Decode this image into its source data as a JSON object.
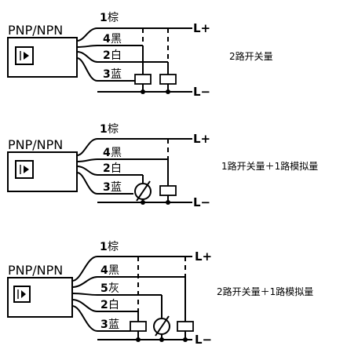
{
  "diagrams": [
    {
      "sensor_label": "PNP/NPN",
      "description": "2路开关量",
      "rail_top": "L+",
      "rail_bottom": "L−",
      "wires": [
        {
          "num": "1",
          "color": "棕"
        },
        {
          "num": "4",
          "color": "黑"
        },
        {
          "num": "2",
          "color": "白"
        },
        {
          "num": "3",
          "color": "蓝"
        }
      ]
    },
    {
      "sensor_label": "PNP/NPN",
      "description": "1路开关量＋1路模拟量",
      "rail_top": "L+",
      "rail_bottom": "L−",
      "wires": [
        {
          "num": "1",
          "color": "棕"
        },
        {
          "num": "4",
          "color": "黑"
        },
        {
          "num": "2",
          "color": "白"
        },
        {
          "num": "3",
          "color": "蓝"
        }
      ]
    },
    {
      "sensor_label": "PNP/NPN",
      "description": "2路开关量＋1路模拟量",
      "rail_top": "L+",
      "rail_bottom": "L−",
      "wires": [
        {
          "num": "1",
          "color": "棕"
        },
        {
          "num": "4",
          "color": "黑"
        },
        {
          "num": "5",
          "color": "灰"
        },
        {
          "num": "2",
          "color": "白"
        },
        {
          "num": "3",
          "color": "蓝"
        }
      ]
    }
  ],
  "icons": {
    "sensor_symbol": "inductive-sensor-icon",
    "load": "load-resistor-icon",
    "meter": "analog-meter-icon"
  }
}
